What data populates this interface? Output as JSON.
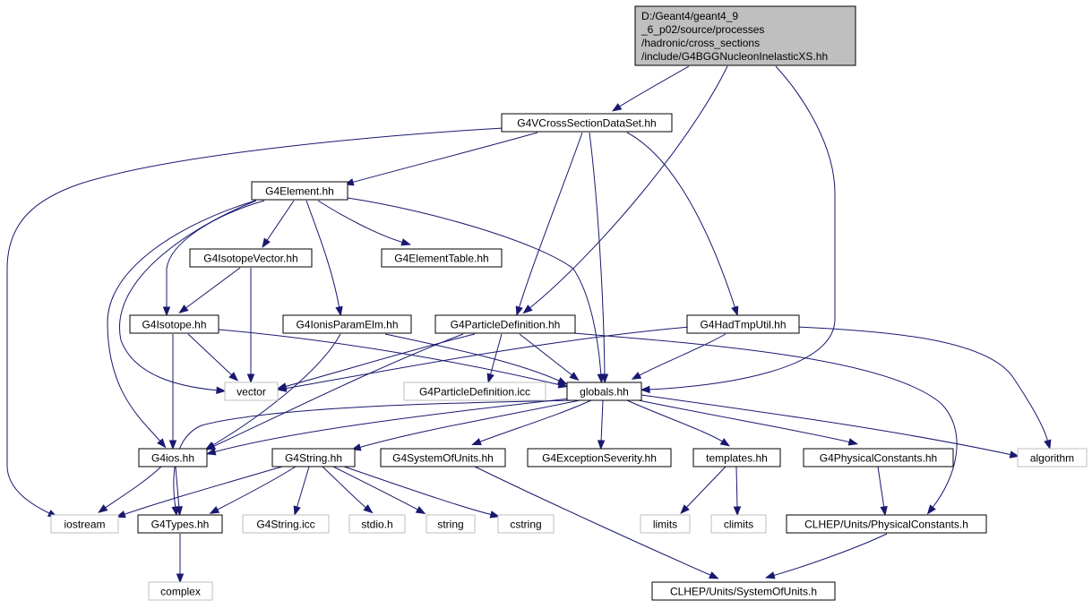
{
  "diagram": {
    "nodes": [
      {
        "id": "main",
        "kind": "main",
        "lines": [
          "D:/Geant4/geant4_9",
          "_6_p02/source/processes",
          "/hadronic/cross_sections",
          "/include/G4BGGNucleonInelasticXS.hh"
        ]
      },
      {
        "id": "vcross",
        "kind": "internal",
        "label": "G4VCrossSectionDataSet.hh"
      },
      {
        "id": "element",
        "kind": "internal",
        "label": "G4Element.hh"
      },
      {
        "id": "isovec",
        "kind": "internal",
        "label": "G4IsotopeVector.hh"
      },
      {
        "id": "eltable",
        "kind": "internal",
        "label": "G4ElementTable.hh"
      },
      {
        "id": "isotope",
        "kind": "internal",
        "label": "G4Isotope.hh"
      },
      {
        "id": "ionis",
        "kind": "internal",
        "label": "G4IonisParamElm.hh"
      },
      {
        "id": "partdef",
        "kind": "internal",
        "label": "G4ParticleDefinition.hh"
      },
      {
        "id": "hadtmp",
        "kind": "internal",
        "label": "G4HadTmpUtil.hh"
      },
      {
        "id": "vector",
        "kind": "external",
        "label": "vector"
      },
      {
        "id": "partdeficc",
        "kind": "external",
        "label": "G4ParticleDefinition.icc"
      },
      {
        "id": "globals",
        "kind": "internal",
        "label": "globals.hh"
      },
      {
        "id": "ios",
        "kind": "internal",
        "label": "G4ios.hh"
      },
      {
        "id": "g4string",
        "kind": "internal",
        "label": "G4String.hh"
      },
      {
        "id": "sysunits",
        "kind": "internal",
        "label": "G4SystemOfUnits.hh"
      },
      {
        "id": "excsev",
        "kind": "internal",
        "label": "G4ExceptionSeverity.hh"
      },
      {
        "id": "templates",
        "kind": "internal",
        "label": "templates.hh"
      },
      {
        "id": "physconst",
        "kind": "internal",
        "label": "G4PhysicalConstants.hh"
      },
      {
        "id": "algorithm",
        "kind": "external",
        "label": "algorithm"
      },
      {
        "id": "iostream",
        "kind": "external",
        "label": "iostream"
      },
      {
        "id": "types",
        "kind": "internal",
        "label": "G4Types.hh"
      },
      {
        "id": "stringicc",
        "kind": "external",
        "label": "G4String.icc"
      },
      {
        "id": "stdio",
        "kind": "external",
        "label": "stdio.h"
      },
      {
        "id": "string",
        "kind": "external",
        "label": "string"
      },
      {
        "id": "cstring",
        "kind": "external",
        "label": "cstring"
      },
      {
        "id": "limits",
        "kind": "external",
        "label": "limits"
      },
      {
        "id": "climits",
        "kind": "external",
        "label": "climits"
      },
      {
        "id": "clhepphys",
        "kind": "internal",
        "label": "CLHEP/Units/PhysicalConstants.h"
      },
      {
        "id": "complex",
        "kind": "external",
        "label": "complex"
      },
      {
        "id": "clhepsys",
        "kind": "internal",
        "label": "CLHEP/Units/SystemOfUnits.h"
      }
    ],
    "edges": [
      {
        "from": "main",
        "to": "vcross"
      },
      {
        "from": "main",
        "to": "partdef"
      },
      {
        "from": "main",
        "to": "globals"
      },
      {
        "from": "vcross",
        "to": "iostream"
      },
      {
        "from": "vcross",
        "to": "element"
      },
      {
        "from": "vcross",
        "to": "partdef"
      },
      {
        "from": "vcross",
        "to": "globals"
      },
      {
        "from": "vcross",
        "to": "hadtmp"
      },
      {
        "from": "element",
        "to": "isovec"
      },
      {
        "from": "element",
        "to": "eltable"
      },
      {
        "from": "element",
        "to": "isotope"
      },
      {
        "from": "element",
        "to": "ionis"
      },
      {
        "from": "element",
        "to": "vector"
      },
      {
        "from": "element",
        "to": "ios"
      },
      {
        "from": "element",
        "to": "globals"
      },
      {
        "from": "isovec",
        "to": "isotope"
      },
      {
        "from": "isovec",
        "to": "vector"
      },
      {
        "from": "isotope",
        "to": "vector"
      },
      {
        "from": "isotope",
        "to": "ios"
      },
      {
        "from": "isotope",
        "to": "globals"
      },
      {
        "from": "ionis",
        "to": "ios"
      },
      {
        "from": "ionis",
        "to": "globals"
      },
      {
        "from": "partdef",
        "to": "vector"
      },
      {
        "from": "partdef",
        "to": "partdeficc"
      },
      {
        "from": "partdef",
        "to": "globals"
      },
      {
        "from": "partdef",
        "to": "ios"
      },
      {
        "from": "partdef",
        "to": "clhepphys"
      },
      {
        "from": "hadtmp",
        "to": "vector"
      },
      {
        "from": "hadtmp",
        "to": "globals"
      },
      {
        "from": "hadtmp",
        "to": "algorithm"
      },
      {
        "from": "globals",
        "to": "ios"
      },
      {
        "from": "globals",
        "to": "types"
      },
      {
        "from": "globals",
        "to": "g4string"
      },
      {
        "from": "globals",
        "to": "sysunits"
      },
      {
        "from": "globals",
        "to": "excsev"
      },
      {
        "from": "globals",
        "to": "templates"
      },
      {
        "from": "globals",
        "to": "physconst"
      },
      {
        "from": "globals",
        "to": "algorithm"
      },
      {
        "from": "ios",
        "to": "iostream"
      },
      {
        "from": "ios",
        "to": "types"
      },
      {
        "from": "g4string",
        "to": "iostream"
      },
      {
        "from": "g4string",
        "to": "types"
      },
      {
        "from": "g4string",
        "to": "stringicc"
      },
      {
        "from": "g4string",
        "to": "stdio"
      },
      {
        "from": "g4string",
        "to": "string"
      },
      {
        "from": "g4string",
        "to": "cstring"
      },
      {
        "from": "sysunits",
        "to": "clhepsys"
      },
      {
        "from": "templates",
        "to": "limits"
      },
      {
        "from": "templates",
        "to": "climits"
      },
      {
        "from": "physconst",
        "to": "clhepphys"
      },
      {
        "from": "types",
        "to": "complex"
      },
      {
        "from": "clhepphys",
        "to": "clhepsys"
      }
    ]
  }
}
